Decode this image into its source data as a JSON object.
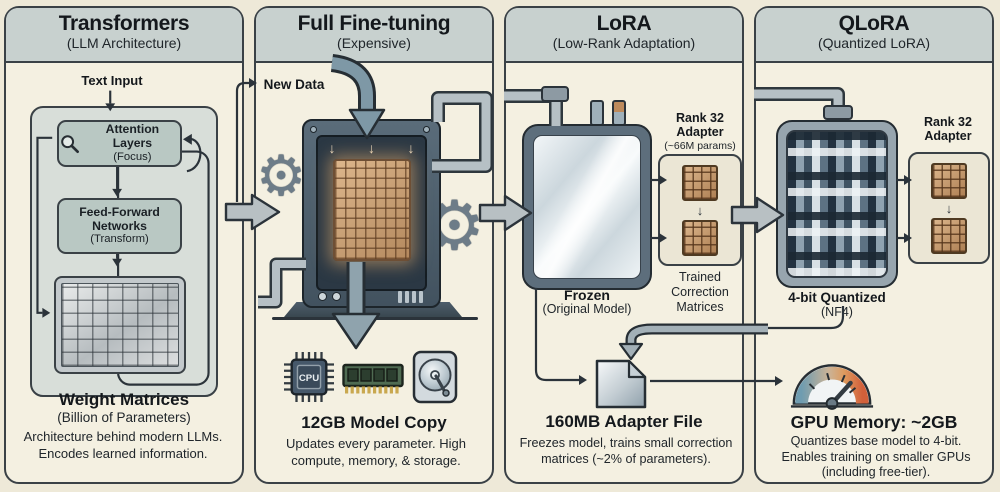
{
  "panels": [
    {
      "id": "transformers",
      "title": "Transformers",
      "subtitle": "(LLM Architecture)",
      "input_label": "Text Input",
      "attention": {
        "label": "Attention Layers",
        "sublabel": "(Focus)"
      },
      "ffn": {
        "label": "Feed-Forward Networks",
        "sublabel": "(Transform)"
      },
      "caption": {
        "title": "Weight Matrices",
        "subtitle": "(Billion of Parameters)"
      },
      "description": "Architecture behind modern LLMs. Encodes learned information."
    },
    {
      "id": "full-fine-tuning",
      "title": "Full Fine-tuning",
      "subtitle": "(Expensive)",
      "input_label": "New Data",
      "cpu_label": "CPU",
      "caption": {
        "title": "12GB Model Copy"
      },
      "description": "Updates every parameter. High compute, memory, & storage."
    },
    {
      "id": "lora",
      "title": "LoRA",
      "subtitle": "(Low-Rank Adaptation)",
      "frozen": {
        "label": "Frozen",
        "sublabel": "(Original Model)"
      },
      "adapter": {
        "label": "Rank 32 Adapter",
        "sublabel": "(~66M params)"
      },
      "matrices_label": "Trained Correction Matrices",
      "caption": {
        "title": "160MB Adapter File"
      },
      "description": "Freezes model, trains small correction matrices (~2% of parameters)."
    },
    {
      "id": "qlora",
      "title": "QLoRA",
      "subtitle": "(Quantized LoRA)",
      "quantized": {
        "label": "4-bit Quantized",
        "sublabel": "(NF4)"
      },
      "adapter": {
        "label": "Rank 32 Adapter"
      },
      "caption": {
        "title": "GPU Memory: ~2GB"
      },
      "description": "Quantizes base model to 4-bit. Enables training on smaller GPUs (including free-tier)."
    }
  ],
  "icons": {
    "gear": "⚙",
    "down_arrow": "↓",
    "magnifier": "magnifier-icon",
    "cpu": "cpu-chip-icon",
    "ram": "ram-stick-icon",
    "hdd": "hard-drive-icon",
    "file": "document-icon",
    "gauge": "gauge-icon"
  },
  "colors": {
    "background": "#eee9d8",
    "panel-bg": "#f4f0e1",
    "header-bg": "#c8d1cf",
    "border-dark": "#3a4146",
    "box-sage": "#b9c8c3",
    "ink": "#1a2025",
    "slate": "#4b5c6b",
    "copper": "#c9a27e",
    "pipe": "#b6c0c5",
    "arrow-fill": "#b8c0c3",
    "steel-arrow": "#8fa3ad",
    "ram-green": "#4f6b52",
    "gauge-blue": "#6f9cb0",
    "gauge-orange": "#d2603a",
    "ice": "#e8eef1"
  }
}
